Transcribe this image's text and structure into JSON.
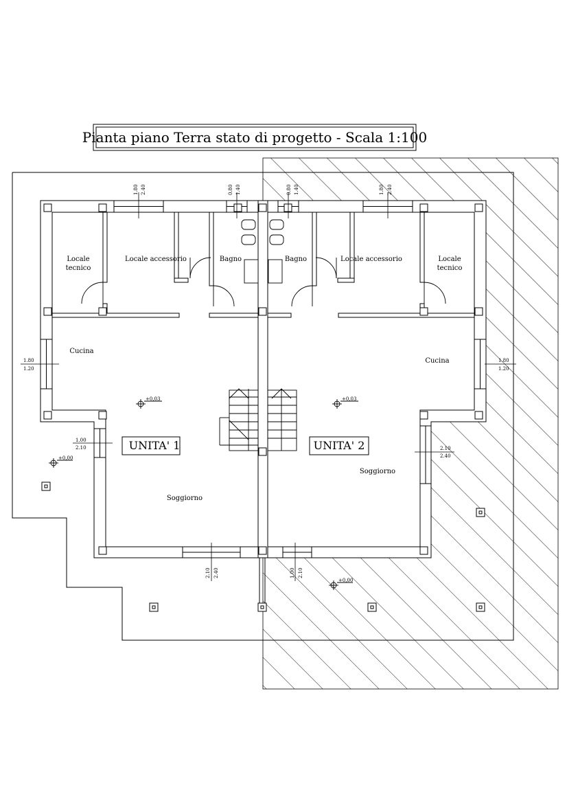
{
  "title": "Pianta piano Terra stato di progetto - Scala 1:100",
  "units": {
    "unit1": "UNITA' 1",
    "unit2": "UNITA' 2"
  },
  "rooms": {
    "locale_tecnico_1_a": "Locale",
    "locale_tecnico_1_b": "tecnico",
    "locale_accessorio_1": "Locale accessorio",
    "bagno_1": "Bagno",
    "bagno_2": "Bagno",
    "locale_accessorio_2": "Locale accessorio",
    "locale_tecnico_2_a": "Locale",
    "locale_tecnico_2_b": "tecnico",
    "cucina_1": "Cucina",
    "cucina_2": "Cucina",
    "soggiorno_1": "Soggiorno",
    "soggiorno_2": "Soggiorno"
  },
  "levels": {
    "interior_1": "+0,03",
    "interior_2": "+0,03",
    "exterior_1": "+0,00",
    "exterior_2": "+0,00"
  },
  "window_dims": {
    "top_1_w": "1.80",
    "top_1_h": "2.40",
    "top_2_w": "0.80",
    "top_2_h": "1.40",
    "top_3_w": "0.80",
    "top_3_h": "1.40",
    "top_4_w": "1.80",
    "top_4_h": "2.40",
    "left_1_w": "1.80",
    "left_1_h": "1.20",
    "left_2_w": "1.00",
    "left_2_h": "2.10",
    "right_1_w": "1.80",
    "right_1_h": "1.20",
    "right_2_w": "2.10",
    "right_2_h": "2.40",
    "bottom_1_w": "2.10",
    "bottom_1_h": "2.40",
    "bottom_2_w": "1.00",
    "bottom_2_h": "2.10"
  }
}
